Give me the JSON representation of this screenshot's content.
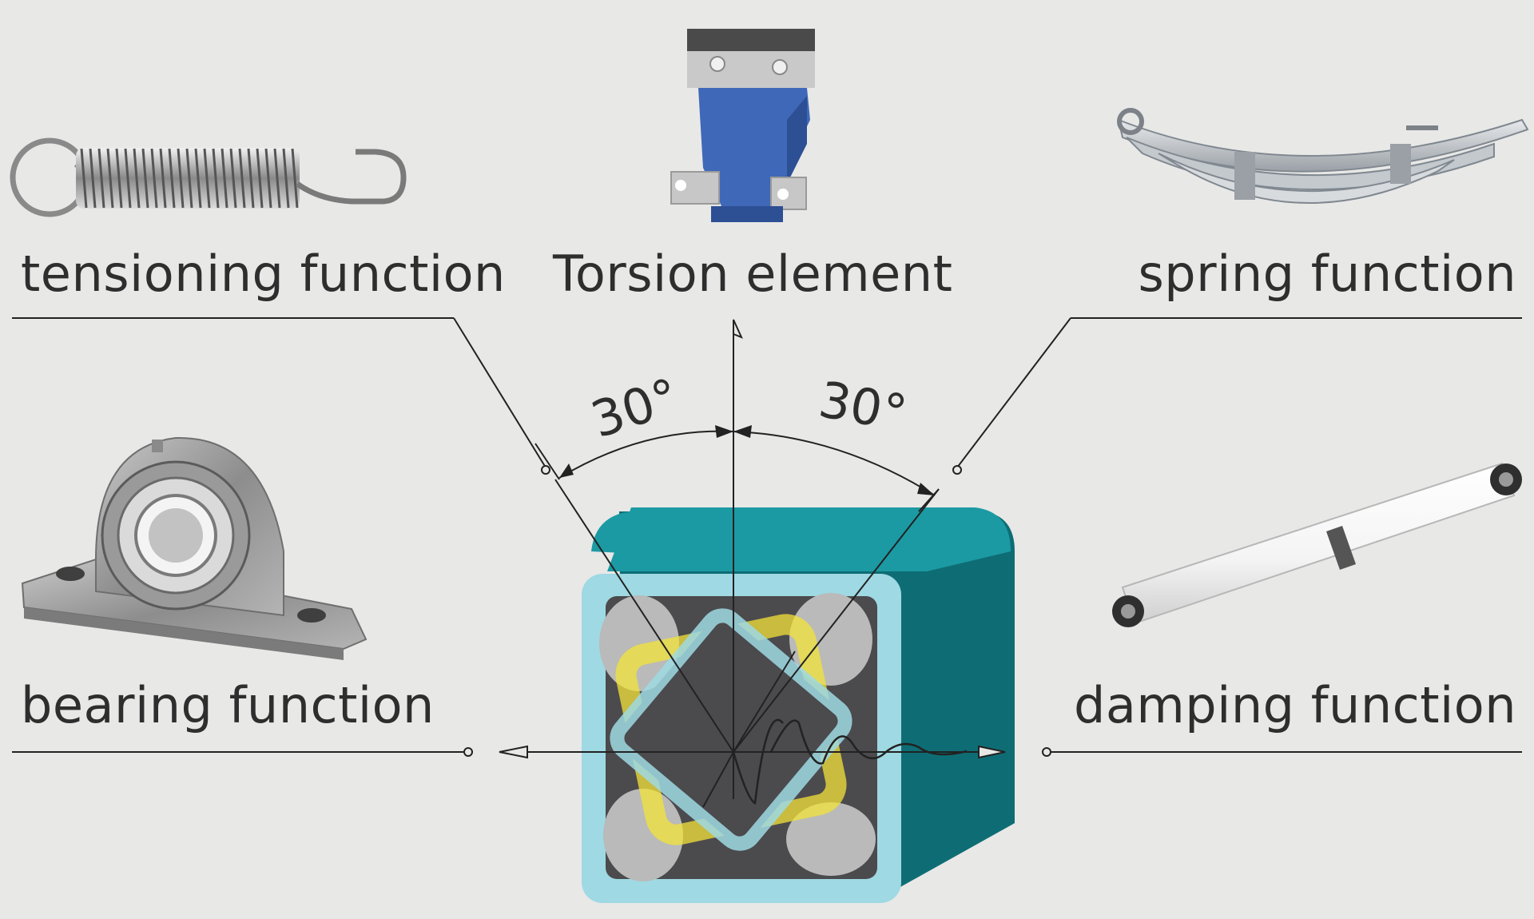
{
  "labels": {
    "tensioning": "tensioning function",
    "torsion": "Torsion element",
    "spring": "spring function",
    "bearing": "bearing function",
    "damping": "damping function"
  },
  "angles": {
    "left": "30°",
    "right": "30°"
  },
  "icons": {
    "tensioning": "extension-spring-icon",
    "torsion": "torsion-bracket-icon",
    "spring": "leaf-spring-icon",
    "bearing": "pillow-block-bearing-icon",
    "damping": "shock-absorber-icon"
  },
  "colors": {
    "background": "#e8e8e7",
    "housing_outer": "#1b9aa3",
    "housing_side": "#0e6d74",
    "housing_rim": "#9fd9e3",
    "inner_dark": "#4b4a4d",
    "rubber": "#b9bab9",
    "highlight_yellow": "#f3e33a",
    "bracket_blue": "#3f68b8",
    "text": "#2e2e2e"
  }
}
